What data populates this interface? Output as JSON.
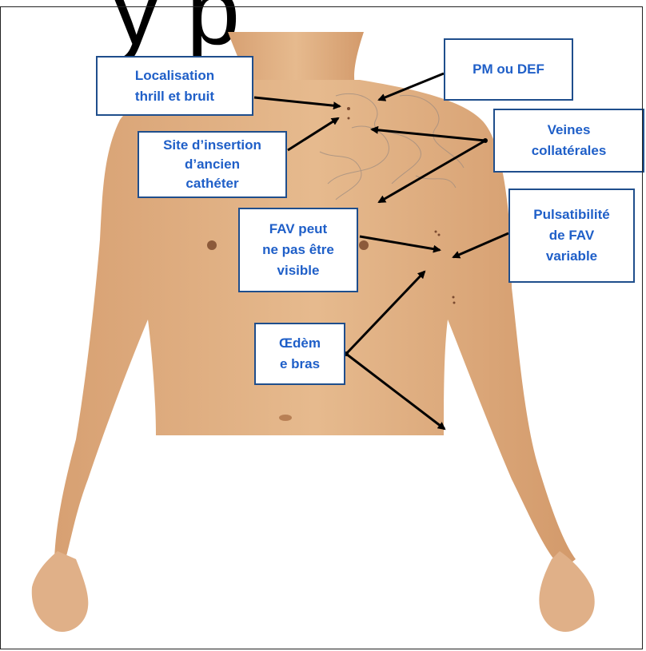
{
  "header_fragment": "y p",
  "labels": {
    "localisation": "Localisation\nthrill et bruit",
    "pm_def": "PM ou DEF",
    "site_insertion": "Site d’insertion\nd’ancien\ncathéter",
    "veines": "Veines\ncollatérales",
    "fav_visible": "FAV peut\nne pas être\nvisible",
    "pulsatibilite": "Pulsatibilité\nde FAV\nvariable",
    "oedeme": "Œdèm\ne bras"
  },
  "colors": {
    "label_text": "#1F5FC8",
    "label_border": "#1F4E8C",
    "skin": "#E2B387",
    "arrow": "#000000"
  }
}
